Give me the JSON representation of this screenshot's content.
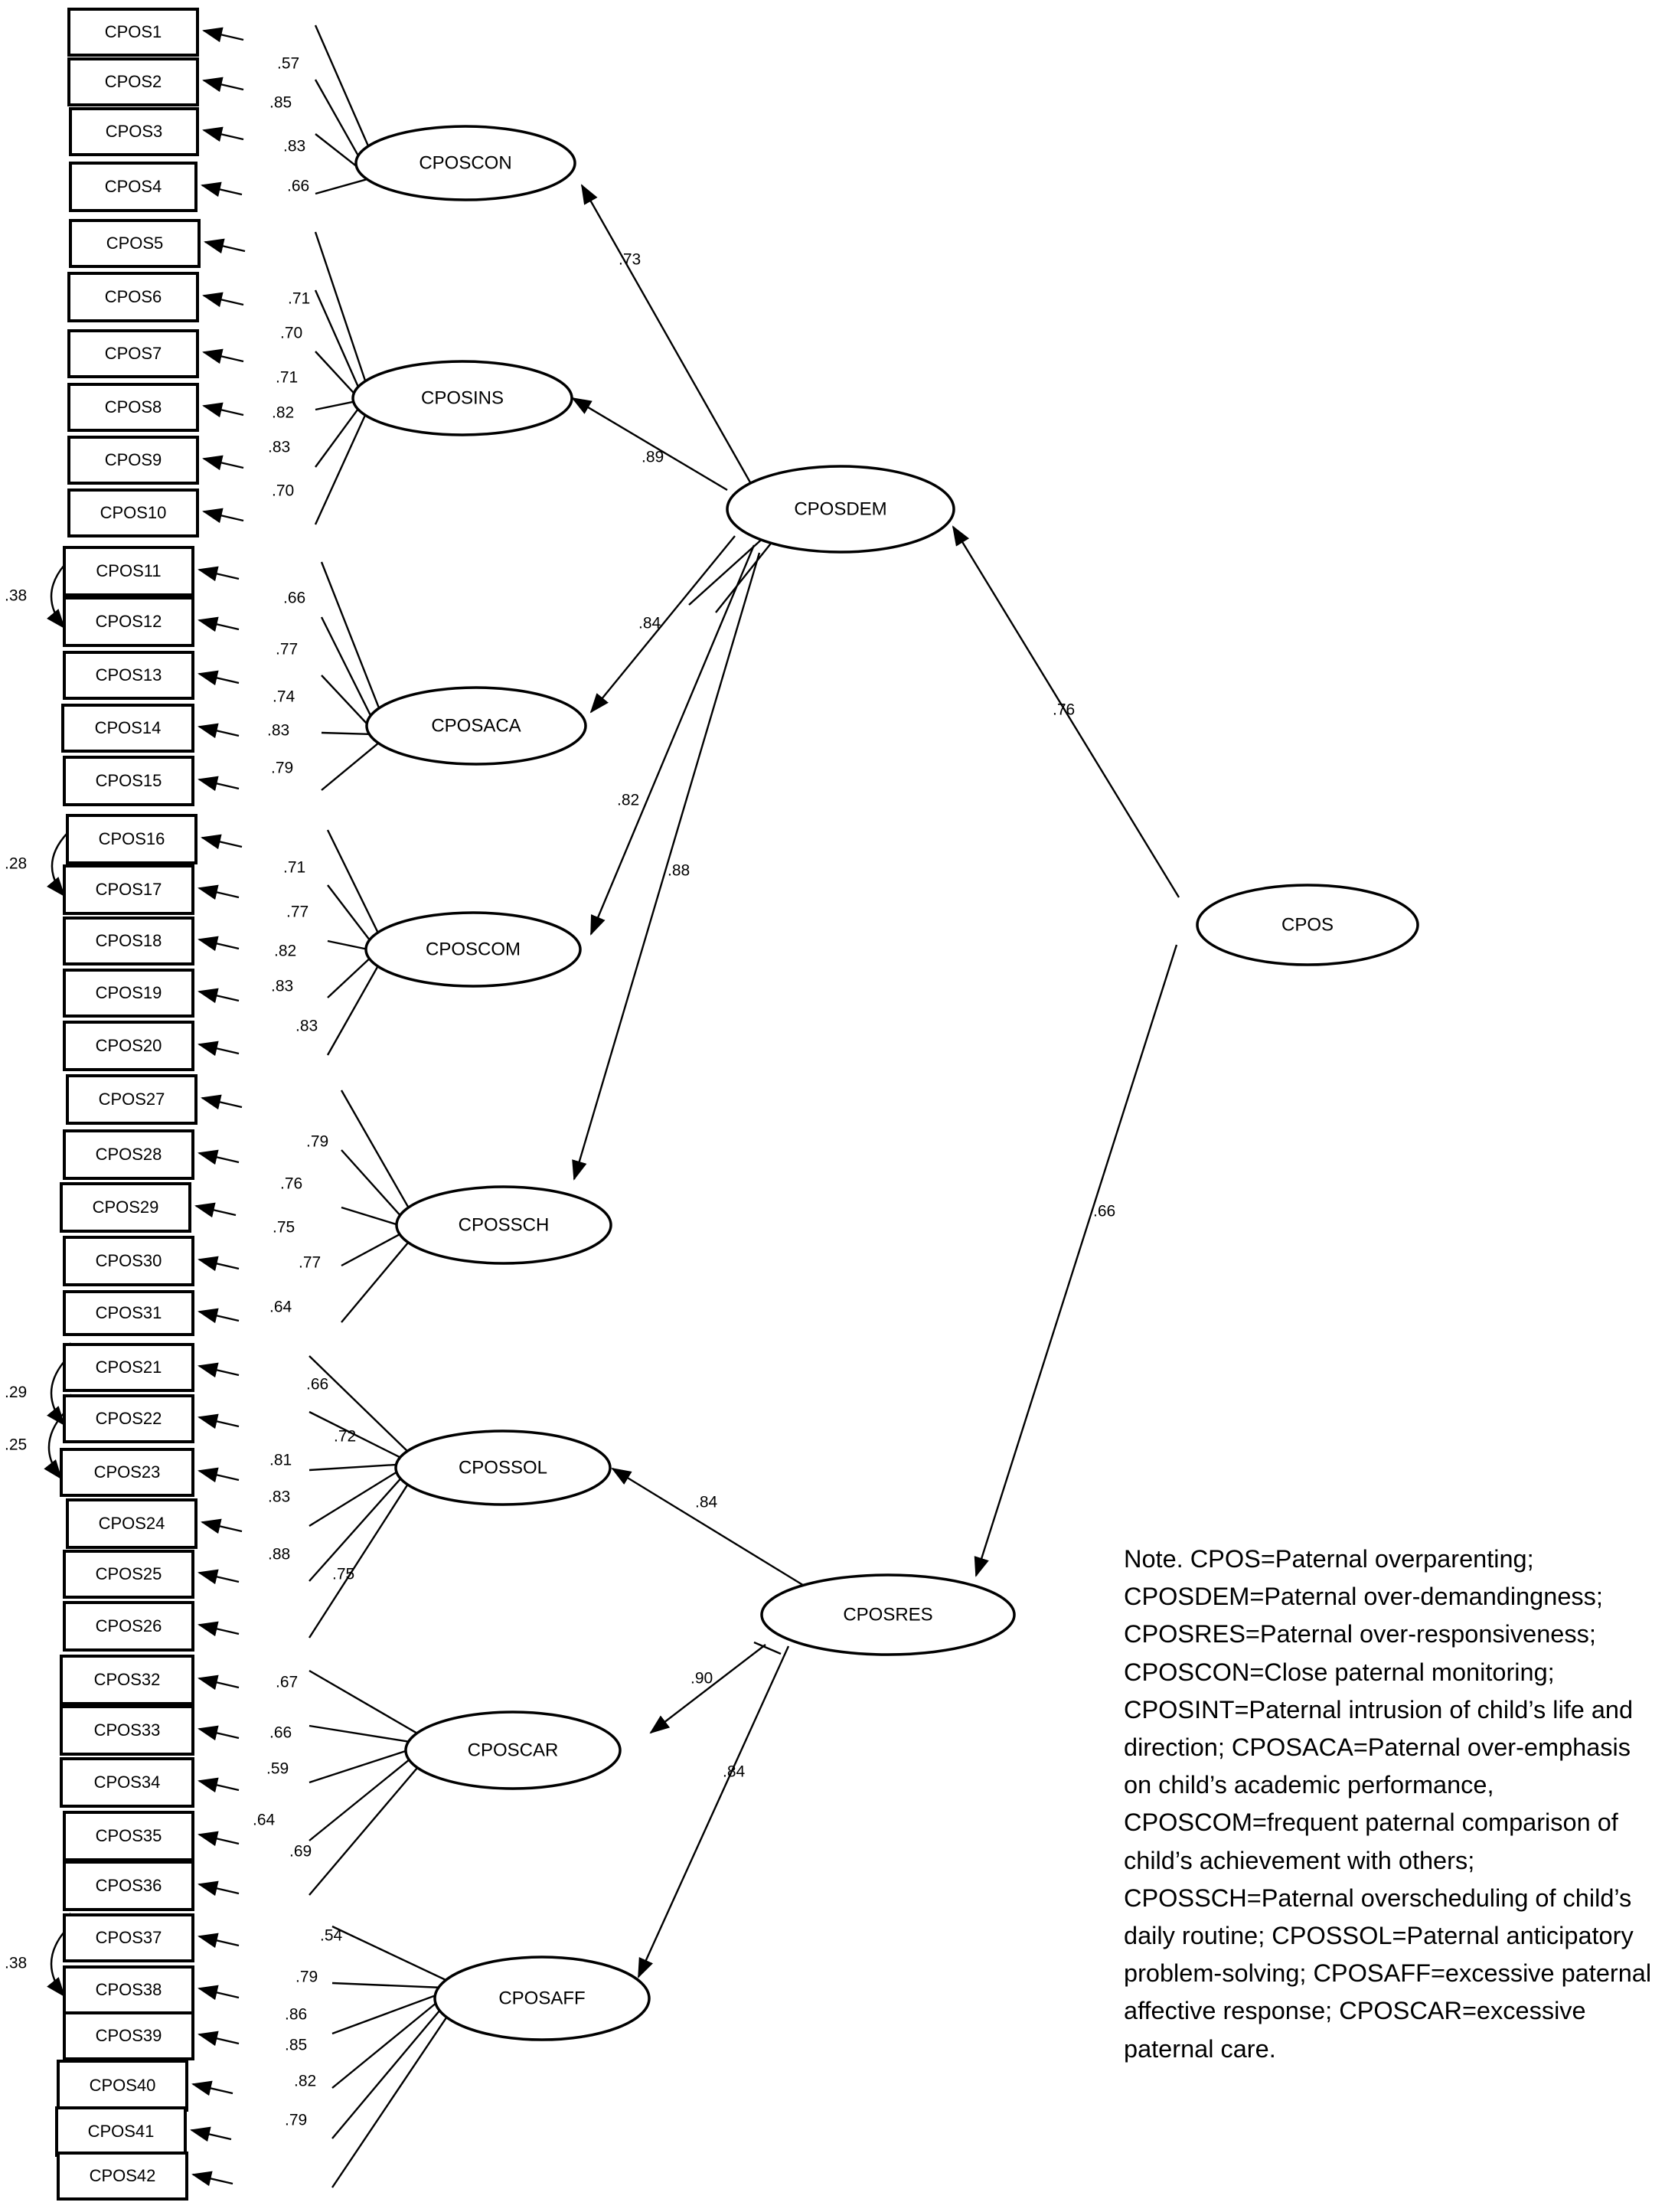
{
  "boxes": [
    "CPOS1",
    "CPOS2",
    "CPOS3",
    "CPOS4",
    "CPOS5",
    "CPOS6",
    "CPOS7",
    "CPOS8",
    "CPOS9",
    "CPOS10",
    "CPOS11",
    "CPOS12",
    "CPOS13",
    "CPOS14",
    "CPOS15",
    "CPOS16",
    "CPOS17",
    "CPOS18",
    "CPOS19",
    "CPOS20",
    "CPOS27",
    "CPOS28",
    "CPOS29",
    "CPOS30",
    "CPOS31",
    "CPOS21",
    "CPOS22",
    "CPOS23",
    "CPOS24",
    "CPOS25",
    "CPOS26",
    "CPOS32",
    "CPOS33",
    "CPOS34",
    "CPOS35",
    "CPOS36",
    "CPOS37",
    "CPOS38",
    "CPOS39",
    "CPOS40",
    "CPOS41",
    "CPOS42"
  ],
  "factors": [
    "CPOSCON",
    "CPOSINS",
    "CPOSACA",
    "CPOSCOM",
    "CPOSSCH",
    "CPOSSOL",
    "CPOSCAR",
    "CPOSAFF"
  ],
  "second_order": [
    "CPOSDEM",
    "CPOSRES"
  ],
  "top": "CPOS",
  "indicator_loadings": [
    {
      "factor": "CPOSCON",
      "values": [
        ".57",
        ".85",
        ".83",
        ".66"
      ]
    },
    {
      "factor": "CPOSINS",
      "values": [
        ".71",
        ".70",
        ".71",
        ".82",
        ".83",
        ".70"
      ]
    },
    {
      "factor": "CPOSACA",
      "values": [
        ".66",
        ".77",
        ".74",
        ".83",
        ".79"
      ]
    },
    {
      "factor": "CPOSCOM",
      "values": [
        ".71",
        ".77",
        ".82",
        ".83",
        ".83"
      ]
    },
    {
      "factor": "CPOSSCH",
      "values": [
        ".79",
        ".76",
        ".75",
        ".77",
        ".64"
      ]
    },
    {
      "factor": "CPOSSOL",
      "values": [
        ".66",
        ".72",
        ".81",
        ".83",
        ".88",
        ".75"
      ]
    },
    {
      "factor": "CPOSCAR",
      "values": [
        ".67",
        ".66",
        ".59",
        ".64",
        ".69"
      ]
    },
    {
      "factor": "CPOSAFF",
      "values": [
        ".54",
        ".79",
        ".86",
        ".85",
        ".82",
        ".79"
      ]
    }
  ],
  "structural_loadings": [
    {
      "from": "CPOSDEM",
      "to": "CPOSCON",
      "value": ".73"
    },
    {
      "from": "CPOSDEM",
      "to": "CPOSINS",
      "value": ".89"
    },
    {
      "from": "CPOSDEM",
      "to": "CPOSACA",
      "value": ".84"
    },
    {
      "from": "CPOSDEM",
      "to": "CPOSCOM",
      "value": ".82"
    },
    {
      "from": "CPOSDEM",
      "to": "CPOSSCH",
      "value": ".88"
    },
    {
      "from": "CPOSRES",
      "to": "CPOSSOL",
      "value": ".84"
    },
    {
      "from": "CPOSRES",
      "to": "CPOSCAR",
      "value": ".90"
    },
    {
      "from": "CPOSRES",
      "to": "CPOSAFF",
      "value": ".84"
    },
    {
      "from": "CPOS",
      "to": "CPOSDEM",
      "value": ".76"
    },
    {
      "from": "CPOS",
      "to": "CPOSRES",
      "value": ".66"
    }
  ],
  "covariances": [
    {
      "between": [
        "CPOS11",
        "CPOS12"
      ],
      "value": ".38"
    },
    {
      "between": [
        "CPOS16",
        "CPOS17"
      ],
      "value": ".28"
    },
    {
      "between": [
        "CPOS21",
        "CPOS22"
      ],
      "value": ".29"
    },
    {
      "between": [
        "CPOS22",
        "CPOS23"
      ],
      "value": ".25"
    },
    {
      "between": [
        "CPOS37",
        "CPOS38"
      ],
      "value": ".38"
    }
  ],
  "note": "Note. CPOS=Paternal overparenting; CPOSDEM=Paternal over-demandingness; CPOSRES=Paternal over-responsiveness; CPOSCON=Close paternal monitoring; CPOSINT=Paternal intrusion of child’s life and direction; CPOSACA=Paternal over-emphasis on child’s academic performance, CPOSCOM=frequent paternal comparison of child’s achievement with others; CPOSSCH=Paternal overscheduling of child’s daily routine; CPOSSOL=Paternal anticipatory problem-solving; CPOSAFF=excessive paternal affective response; CPOSCAR=excessive paternal care."
}
